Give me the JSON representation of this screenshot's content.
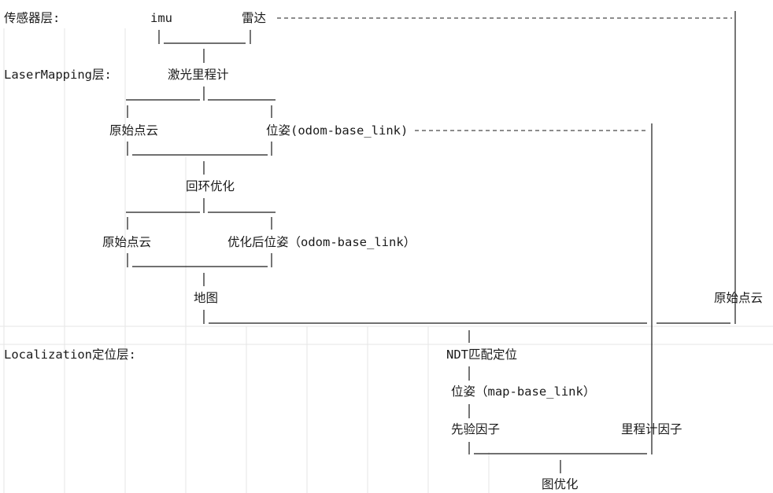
{
  "layers": {
    "sensor": "传感器层:",
    "laser": "LaserMapping层:",
    "localization": "Localization定位层:"
  },
  "nodes": {
    "imu": "imu",
    "radar": "雷达",
    "laser_odom": "激光里程计",
    "raw_cloud_1": "原始点云",
    "pose_odom": "位姿(odom-base_link)",
    "loop_opt": "回环优化",
    "raw_cloud_2": "原始点云",
    "opt_pose": "优化后位姿（odom-base_link）",
    "map": "地图",
    "raw_cloud_3": "原始点云",
    "ndt": "NDT匹配定位",
    "pose_map": "位姿（map-base_link）",
    "prior_factor": "先验因子",
    "odom_factor": "里程计因子",
    "graph_opt": "图优化"
  }
}
